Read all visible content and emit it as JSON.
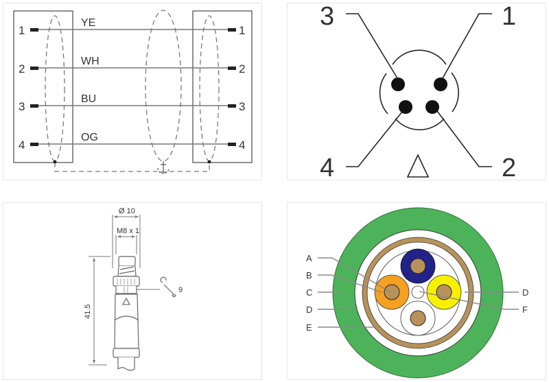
{
  "wiring_diagram": {
    "pins_left": [
      "1",
      "2",
      "3",
      "4"
    ],
    "pins_right": [
      "1",
      "2",
      "3",
      "4"
    ],
    "wire_colors": [
      "YE",
      "WH",
      "BU",
      "OG"
    ]
  },
  "pinout": {
    "pins": [
      "3",
      "1",
      "4",
      "2"
    ],
    "coding_symbol": "△"
  },
  "dimensions": {
    "outer_diameter": "Ø 10",
    "thread": "M8 x 1",
    "length": "41.5",
    "wrench_size": "9",
    "coding_symbol": "△"
  },
  "cable_cross_section": {
    "labels_left": [
      "A",
      "B",
      "C",
      "D",
      "E"
    ],
    "labels_right": [
      "D",
      "F"
    ],
    "colors": {
      "jacket": "#4db35a",
      "braid": "#b8925a",
      "core_blue": "#22228a",
      "core_orange": "#f5a020",
      "core_yellow": "#f8f000",
      "core_white": "#ffffff",
      "conductor": "#b8925a"
    }
  }
}
